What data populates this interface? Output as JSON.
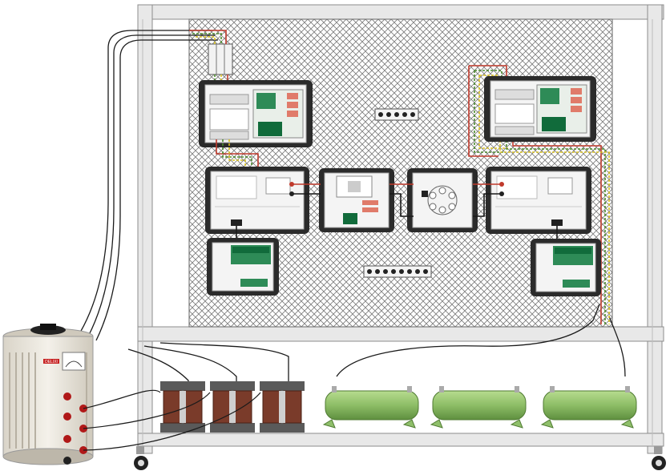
{
  "variac": {
    "brand": "DELIXI"
  },
  "modules": {
    "top_left": "power-control-module",
    "top_right": "power-control-module",
    "middle": [
      "inverter-panel",
      "control-panel",
      "switching-panel",
      "inverter-panel"
    ],
    "bottom": [
      "relay-panel",
      "relay-panel"
    ]
  },
  "terminal_strips": {
    "upper_count": 5,
    "lower_count": 8
  },
  "bottom_shelf": {
    "transformers": 3,
    "resistors": 3
  },
  "colors": {
    "frame": "#e6e6e6",
    "frame_edge": "#9a9a9a",
    "mesh": "#888888",
    "module_bezel": "#2b2b2b",
    "module_face": "#f2f2f2",
    "pcb_green": "#2e8b57",
    "wire_red": "#c0392b",
    "wire_green": "#4a8a2a",
    "wire_yellow": "#d8c020",
    "wire_black": "#1a1a1a",
    "resistor_green": "#8fbf6a",
    "transformer_core": "#5a5a5a",
    "transformer_coil": "#7a3b2a",
    "variac_knob": "#b01818"
  }
}
